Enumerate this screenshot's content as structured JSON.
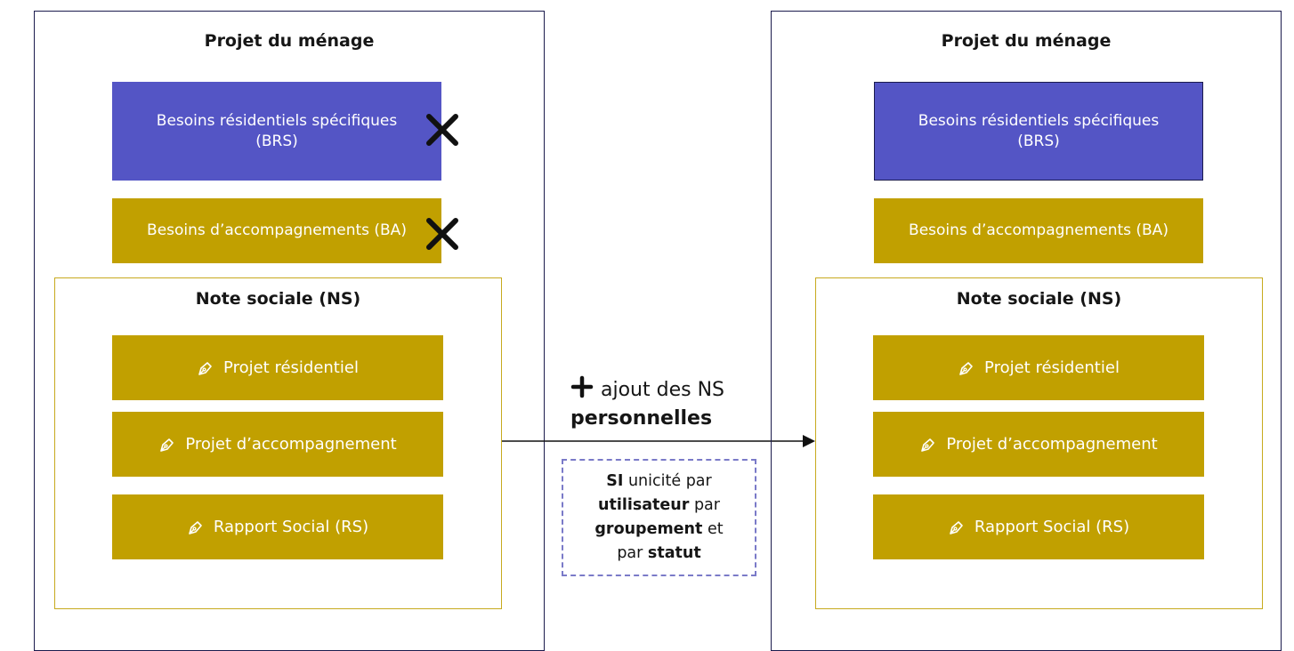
{
  "left_panel": {
    "title": "Projet du ménage",
    "brs_line1": "Besoins résidentiels spécifiques",
    "brs_line2": "(BRS)",
    "ba": "Besoins d’accompagnements (BA)",
    "ns_title": "Note sociale (NS)",
    "ns_items": [
      "Projet résidentiel",
      "Projet d’accompagnement",
      "Rapport Social (RS)"
    ]
  },
  "right_panel": {
    "title": "Projet du ménage",
    "brs_line1": "Besoins résidentiels spécifiques",
    "brs_line2": "(BRS)",
    "ba": "Besoins d’accompagnements (BA)",
    "ns_title": "Note sociale (NS)",
    "ns_items": [
      "Projet résidentiel",
      "Projet d’accompagnement",
      "Rapport Social (RS)"
    ]
  },
  "transition": {
    "line1": "ajout des NS",
    "line2": "personnelles",
    "condition": {
      "p1_bold": "SI",
      "p1": " unicité par",
      "p2_bold": "utilisateur",
      "p2": " par",
      "p3_bold": "groupement",
      "p3": " et",
      "p4": "par ",
      "p4_bold": "statut"
    }
  },
  "colors": {
    "brs": "#5455c5",
    "ba": "#c1a000",
    "frame_border": "#1b1b4d",
    "ns_border": "#c7aa1e",
    "condition_border": "#7a7ac8"
  },
  "icons": {
    "removed": "cross-icon",
    "ns_item": "pen-icon",
    "add": "plus-icon"
  }
}
